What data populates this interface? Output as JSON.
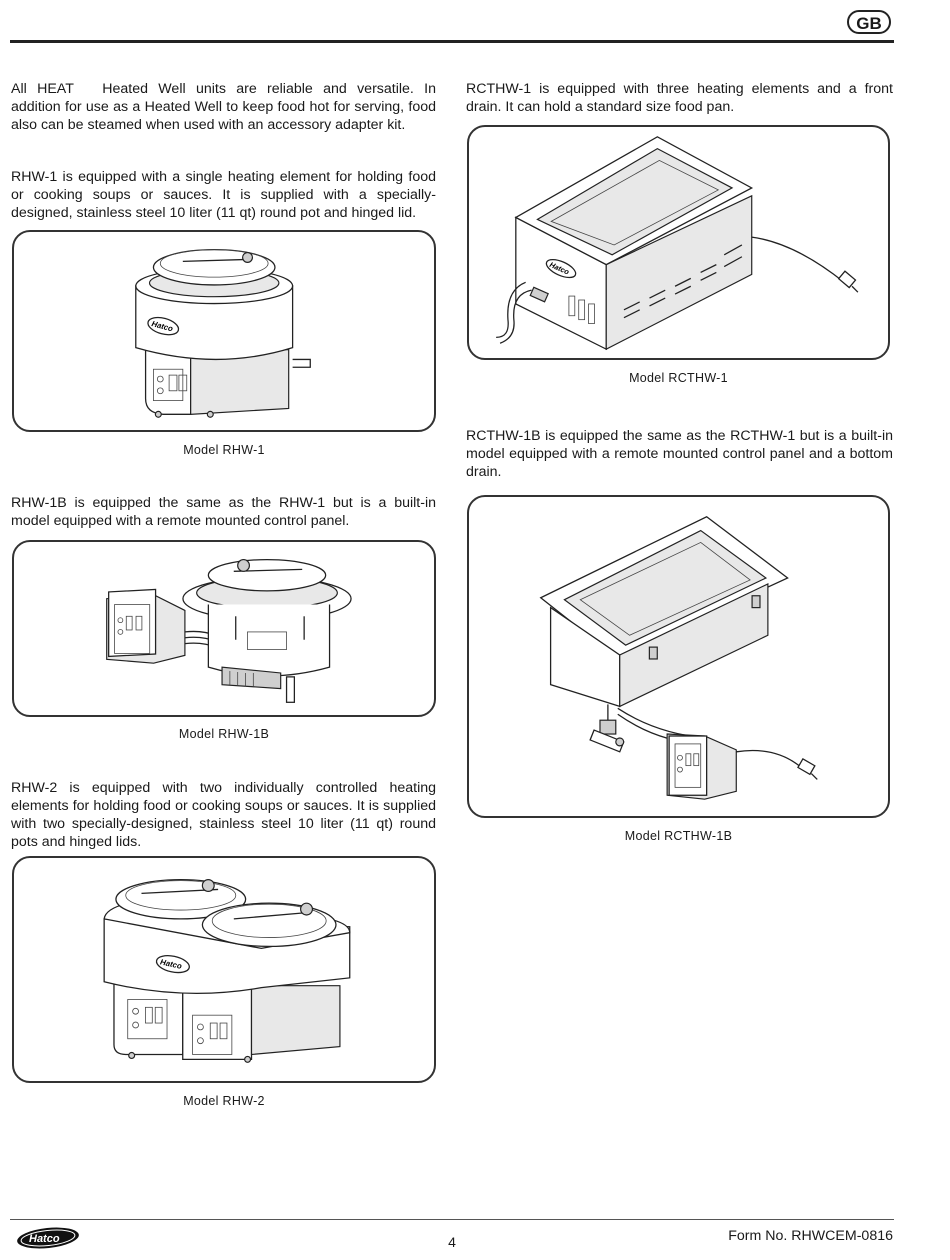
{
  "header": {
    "language_badge": "GB"
  },
  "intro_text": "All HEAT  Heated Well units are reliable and versatile. In addition for use as a Heated Well to keep food hot for serving, food also can be steamed when used with an accessory adapter kit.",
  "rhw1": {
    "text": "RHW-1 is equipped with a single heating element for holding food or cooking soups or sauces. It is supplied with a specially-designed, stainless steel 10 liter (11 qt) round pot and hinged lid.",
    "caption": "Model RHW-1"
  },
  "rhw1b": {
    "text": "RHW-1B is equipped the same as the RHW-1 but is a built-in model equipped with a remote mounted control panel.",
    "caption": "Model RHW-1B"
  },
  "rhw2": {
    "text": "RHW-2 is equipped with two individually controlled heating elements for holding food or cooking soups or sauces. It is supplied with two specially-designed, stainless steel 10 liter (11 qt) round pots and hinged lids.",
    "caption": "Model RHW-2"
  },
  "rcthw1": {
    "text": "RCTHW-1 is equipped with three heating elements and a front drain. It can hold a standard size food pan.",
    "caption": "Model RCTHW-1"
  },
  "rcthw1b": {
    "text": "RCTHW-1B is equipped the same as the RCTHW-1 but is a built-in model equipped with a remote mounted control panel and a bottom drain.",
    "caption": "Model RCTHW-1B"
  },
  "brand_logo_text": "Hatco",
  "footer": {
    "page_number": "4",
    "form_number": "Form No. RHWCEM-0816"
  }
}
